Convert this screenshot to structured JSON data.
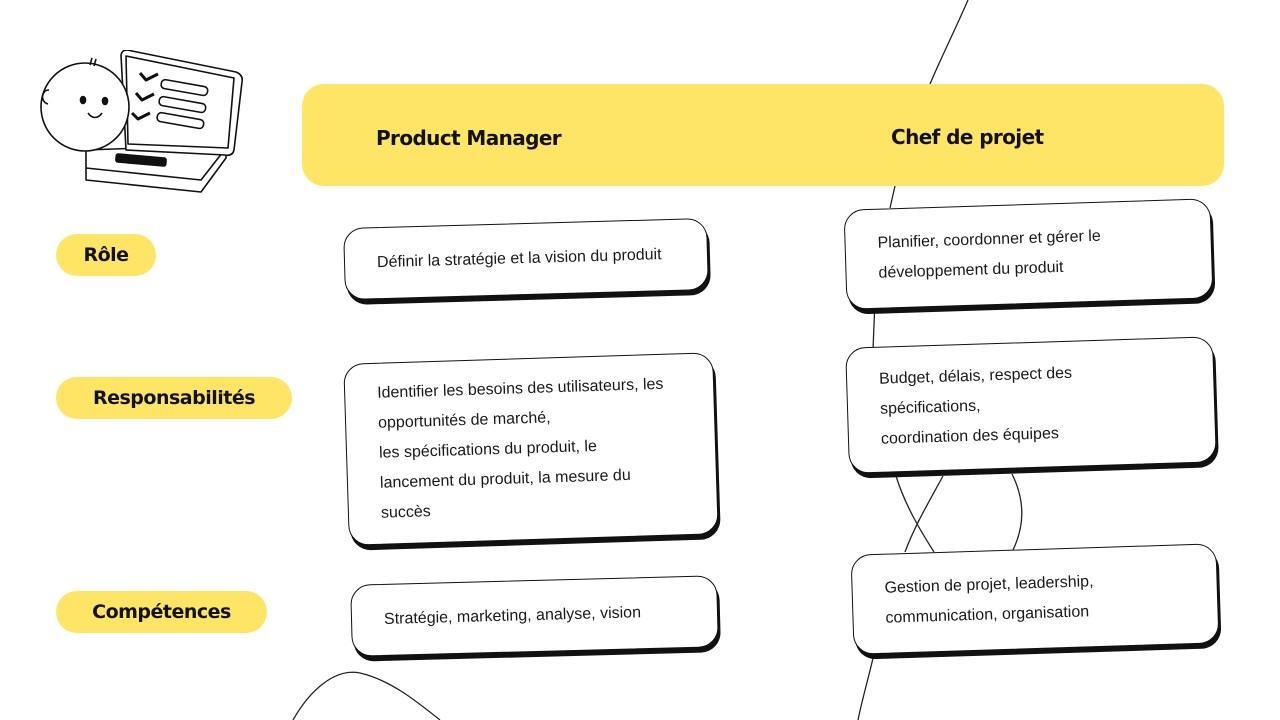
{
  "colors": {
    "accent_yellow": "#ffe566",
    "ink": "#111111",
    "background": "#ffffff"
  },
  "illustration": {
    "icon": "person-with-laptop-checklist-icon"
  },
  "header": {
    "columns": [
      {
        "title": "Product Manager"
      },
      {
        "title": "Chef de projet"
      }
    ]
  },
  "rows": [
    {
      "label": "Rôle",
      "product_manager": {
        "lines": [
          "Définir la stratégie et la vision du produit"
        ]
      },
      "chef_de_projet": {
        "lines": [
          "Planifier, coordonner et gérer le",
          "développement du produit"
        ]
      }
    },
    {
      "label": "Responsabilités",
      "product_manager": {
        "lines": [
          "Identifier les besoins des utilisateurs, les",
          "opportunités de marché,",
          "les spécifications du produit, le",
          "lancement du produit, la mesure du",
          "succès"
        ]
      },
      "chef_de_projet": {
        "lines": [
          "Budget, délais, respect des",
          "spécifications,",
          "coordination des équipes"
        ]
      }
    },
    {
      "label": "Compétences",
      "product_manager": {
        "lines": [
          "Stratégie, marketing, analyse, vision"
        ]
      },
      "chef_de_projet": {
        "lines": [
          "Gestion de projet, leadership,",
          "communication, organisation"
        ]
      }
    }
  ]
}
